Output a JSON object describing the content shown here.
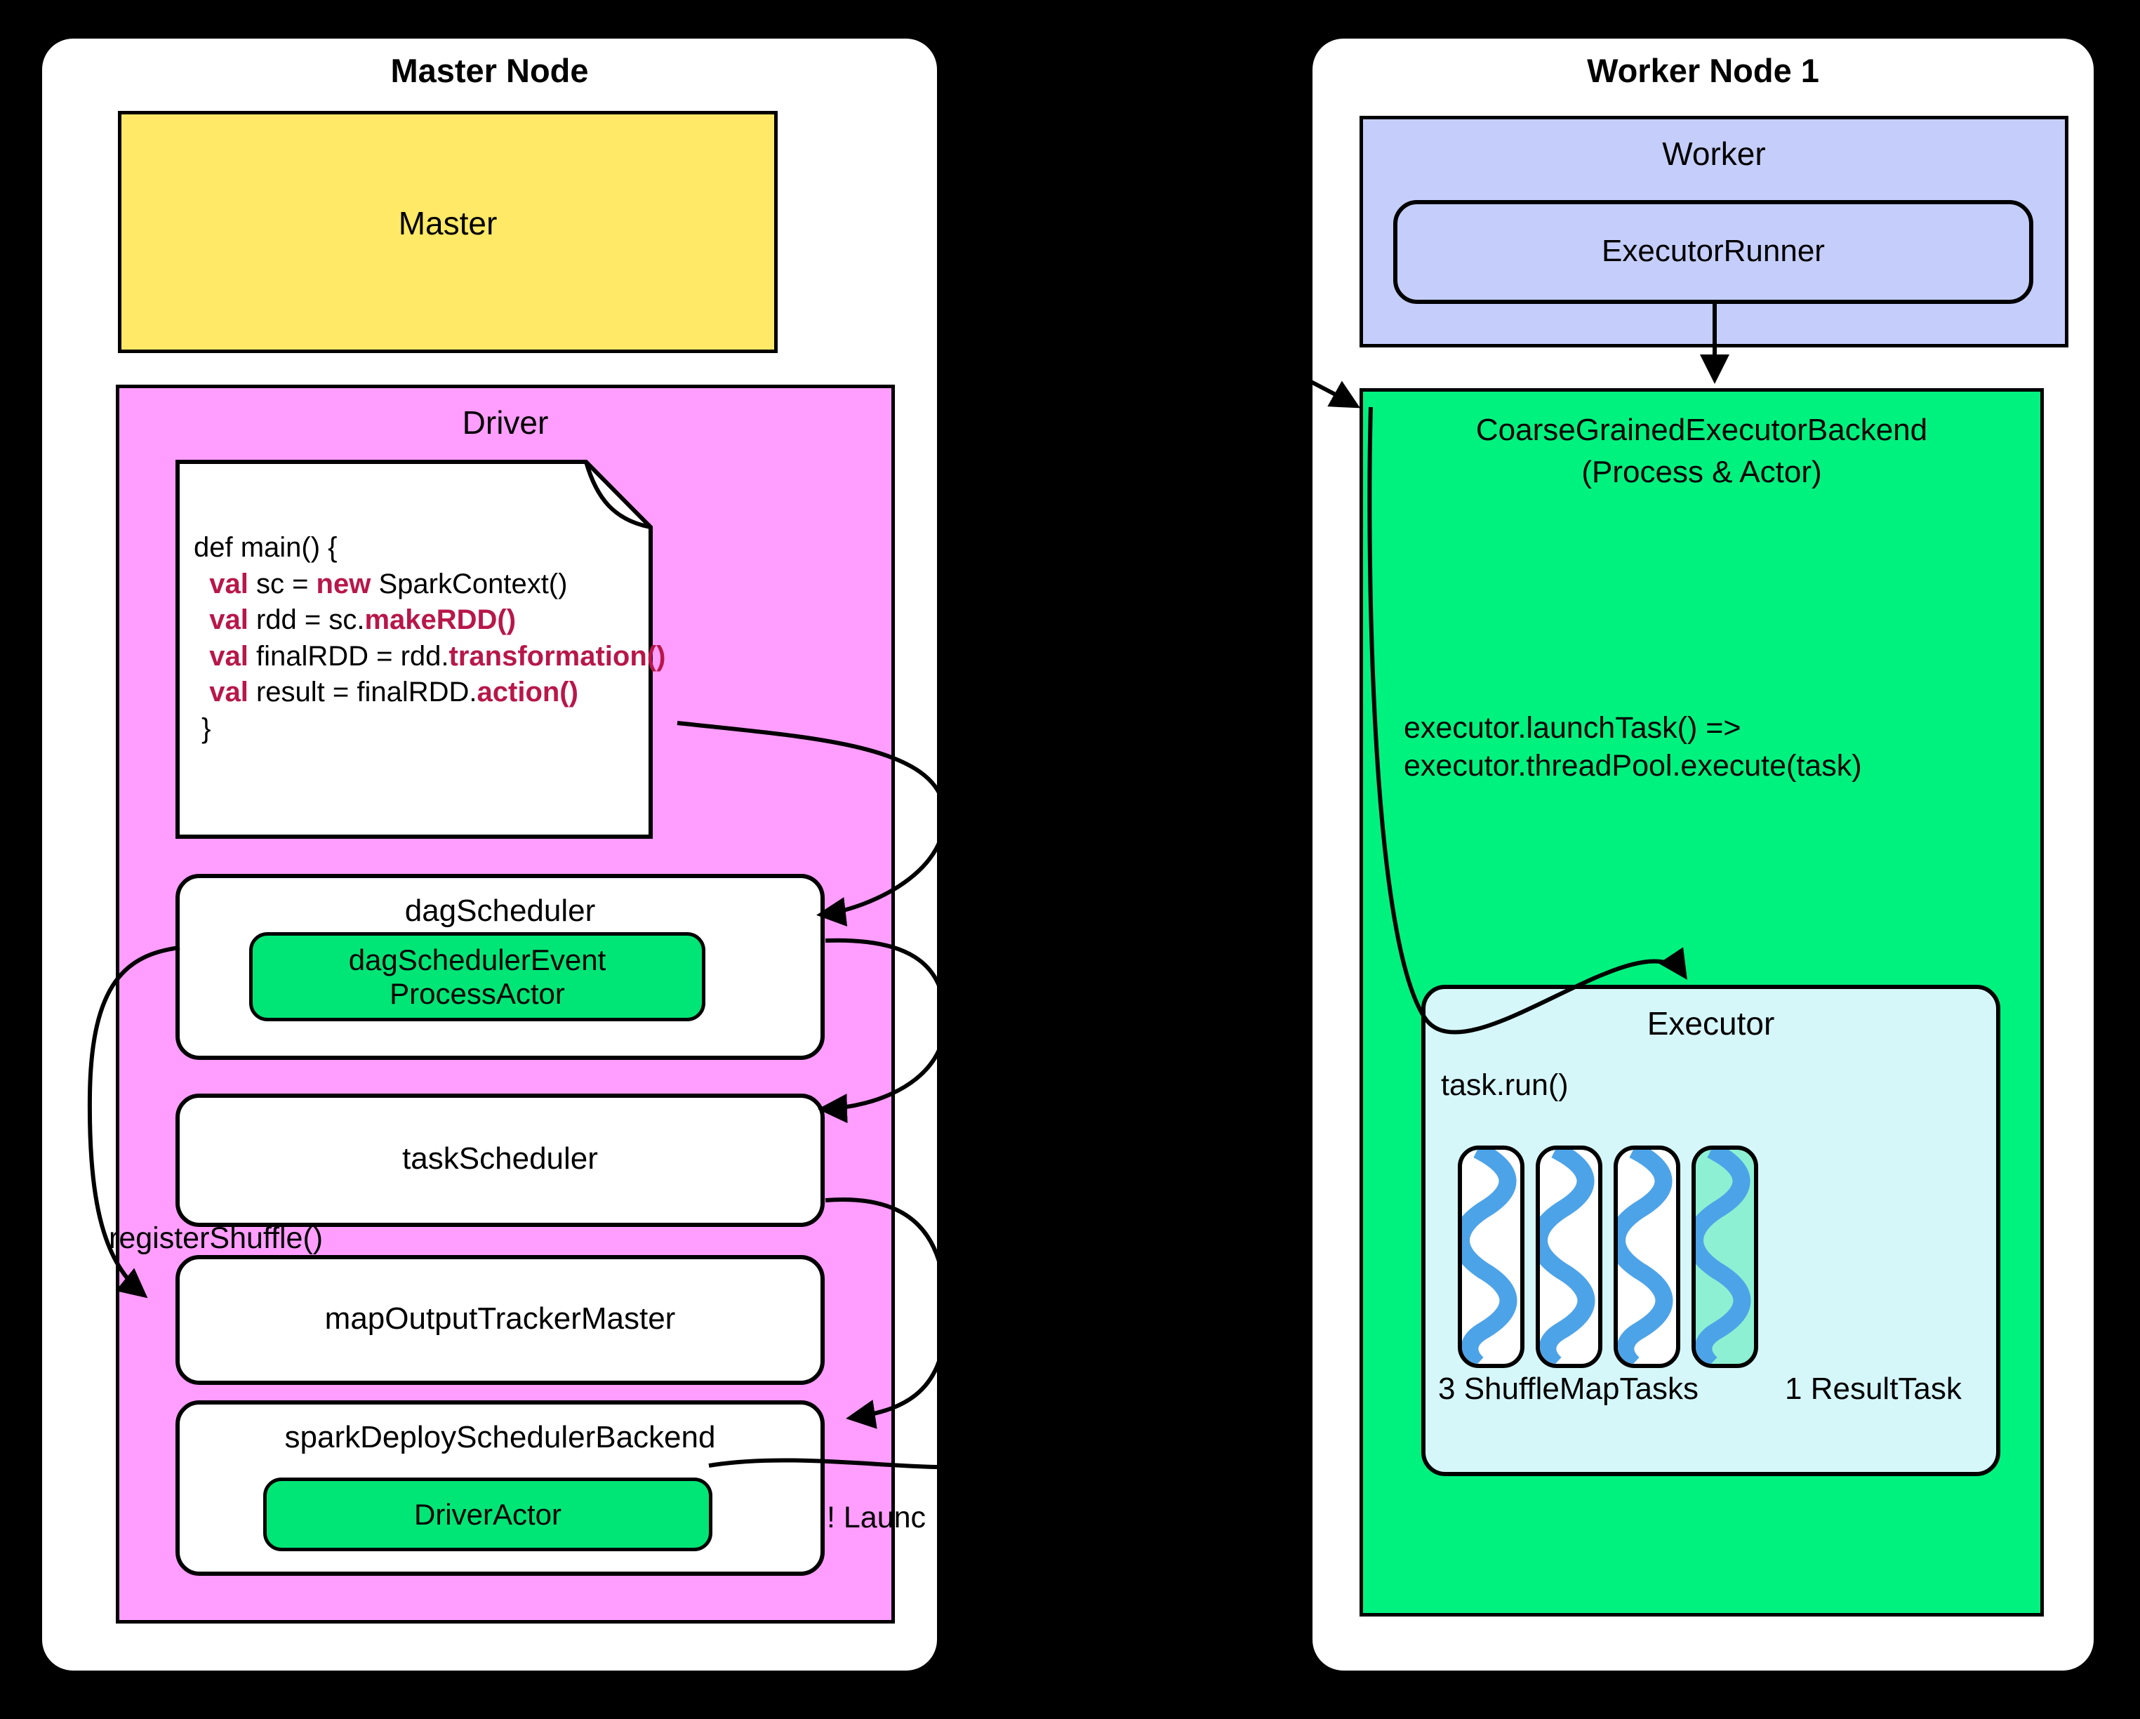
{
  "colors": {
    "background": "#000000",
    "panel": "#ffffff",
    "master_box": "#ffe966",
    "driver_box": "#ff9eff",
    "actor_green": "#00e676",
    "worker_box": "#c5cefa",
    "backend_green": "#00f27e",
    "executor_box": "#d6f7fa",
    "result_task": "#8ef0d2",
    "thread_spiral": "#4da3e8",
    "keyword": "#b8174a"
  },
  "master_node": {
    "title": "Master Node",
    "master_box": {
      "label": "Master"
    },
    "driver": {
      "title": "Driver",
      "code": {
        "lines": [
          [
            {
              "t": "def main() {",
              "kw": false
            }
          ],
          [
            {
              "t": "  ",
              "kw": false
            },
            {
              "t": "val",
              "kw": true
            },
            {
              "t": " sc = ",
              "kw": false
            },
            {
              "t": "new",
              "kw": true
            },
            {
              "t": " SparkContext()",
              "kw": false
            }
          ],
          [
            {
              "t": "  ",
              "kw": false
            },
            {
              "t": "val",
              "kw": true
            },
            {
              "t": " rdd = sc.",
              "kw": false
            },
            {
              "t": "makeRDD()",
              "kw": true
            }
          ],
          [
            {
              "t": "  ",
              "kw": false
            },
            {
              "t": "val",
              "kw": true
            },
            {
              "t": " finalRDD = rdd.",
              "kw": false
            },
            {
              "t": "transformation()",
              "kw": true
            }
          ],
          [
            {
              "t": "  ",
              "kw": false
            },
            {
              "t": "val",
              "kw": true
            },
            {
              "t": " result = finalRDD.",
              "kw": false
            },
            {
              "t": "action()",
              "kw": true
            }
          ],
          [
            {
              "t": " }",
              "kw": false
            }
          ]
        ]
      },
      "components": [
        {
          "name": "dagScheduler",
          "actor": "dagSchedulerEvent\nProcessActor"
        },
        {
          "name": "taskScheduler",
          "actor": null
        },
        {
          "name": "mapOutputTrackerMaster",
          "actor": null
        },
        {
          "name": "sparkDeploySchedulerBackend",
          "actor": "DriverActor"
        }
      ],
      "edge_labels": {
        "register_shuffle": "registerShuffle()",
        "launch": "! Launc"
      }
    }
  },
  "worker_node": {
    "title": "Worker Node 1",
    "worker_box": {
      "label": "Worker",
      "executor_runner": "ExecutorRunner"
    },
    "backend": {
      "line1": "CoarseGrainedExecutorBackend",
      "line2": "(Process & Actor)",
      "launch_task_note": "executor.launchTask() =>\nexecutor.threadPool.execute(task)",
      "executor": {
        "title": "Executor",
        "task_run": "task.run()",
        "threads": [
          {
            "kind": "shuffle-map-task"
          },
          {
            "kind": "shuffle-map-task"
          },
          {
            "kind": "shuffle-map-task"
          },
          {
            "kind": "result-task"
          }
        ],
        "caption_shuffle": "3 ShuffleMapTasks",
        "caption_result": "1 ResultTask"
      }
    }
  }
}
